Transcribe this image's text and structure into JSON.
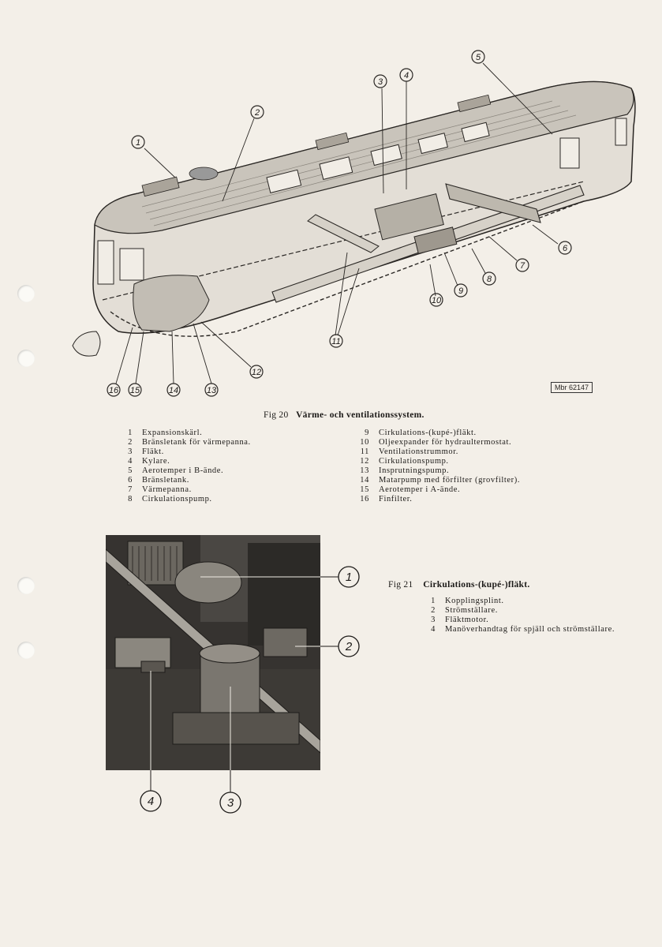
{
  "figure20": {
    "callouts": [
      "1",
      "2",
      "3",
      "4",
      "5",
      "6",
      "7",
      "8",
      "9",
      "10",
      "11",
      "12",
      "13",
      "14",
      "15",
      "16"
    ],
    "ref_code": "Mbr 62147",
    "caption_prefix": "Fig 20",
    "caption_title": "Värme- och ventilationssystem.",
    "legend_left": [
      {
        "n": "1",
        "t": "Expansionskärl."
      },
      {
        "n": "2",
        "t": "Bränsletank för värmepanna."
      },
      {
        "n": "3",
        "t": "Fläkt."
      },
      {
        "n": "4",
        "t": "Kylare."
      },
      {
        "n": "5",
        "t": "Aerotemper i B-ände."
      },
      {
        "n": "6",
        "t": "Bränsletank."
      },
      {
        "n": "7",
        "t": "Värmepanna."
      },
      {
        "n": "8",
        "t": "Cirkulationspump."
      }
    ],
    "legend_right": [
      {
        "n": "9",
        "t": "Cirkulations-(kupé-)fläkt."
      },
      {
        "n": "10",
        "t": "Oljeexpander för hydraultermostat."
      },
      {
        "n": "11",
        "t": "Ventilationstrummor."
      },
      {
        "n": "12",
        "t": "Cirkulationspump."
      },
      {
        "n": "13",
        "t": "Insprutningspump."
      },
      {
        "n": "14",
        "t": "Matarpump med förfilter (grovfilter)."
      },
      {
        "n": "15",
        "t": "Aerotemper i A-ände."
      },
      {
        "n": "16",
        "t": "Finfilter."
      }
    ]
  },
  "figure21": {
    "callouts": [
      "1",
      "2",
      "3",
      "4"
    ],
    "caption_prefix": "Fig 21",
    "caption_title": "Cirkulations-(kupé-)fläkt.",
    "legend": [
      {
        "n": "1",
        "t": "Kopplingsplint."
      },
      {
        "n": "2",
        "t": "Strömställare."
      },
      {
        "n": "3",
        "t": "Fläktmotor."
      },
      {
        "n": "4",
        "t": "Manöverhandtag för spjäll och strömställare."
      }
    ]
  }
}
